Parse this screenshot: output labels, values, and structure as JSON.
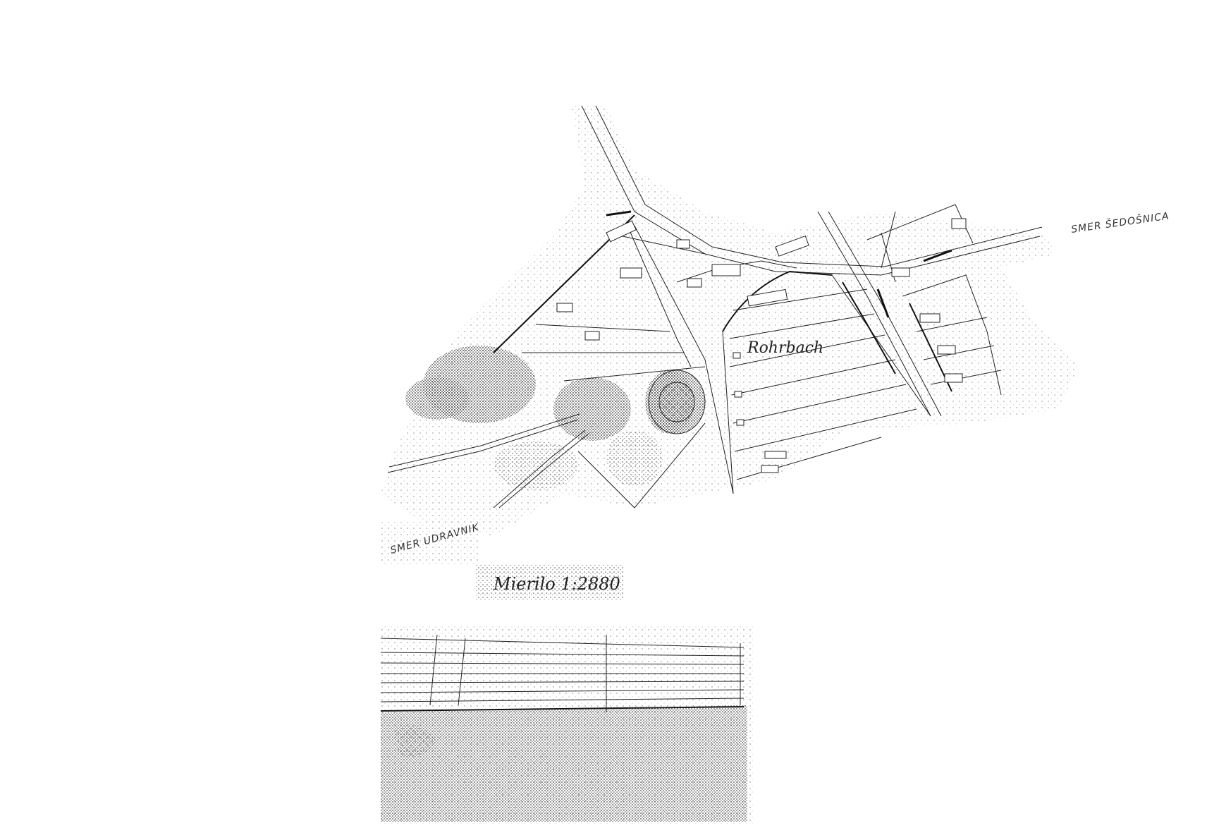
{
  "map": {
    "labels": {
      "village": "Rohrbach",
      "toward_ne": "SMER ŠEDOŠNICA",
      "toward_sw": "SMER UDRAVNIK",
      "scale": "Mierilo 1:2880"
    },
    "colors": {
      "ink": "#222222",
      "paper": "#ffffff",
      "stipple": "#555555"
    }
  }
}
